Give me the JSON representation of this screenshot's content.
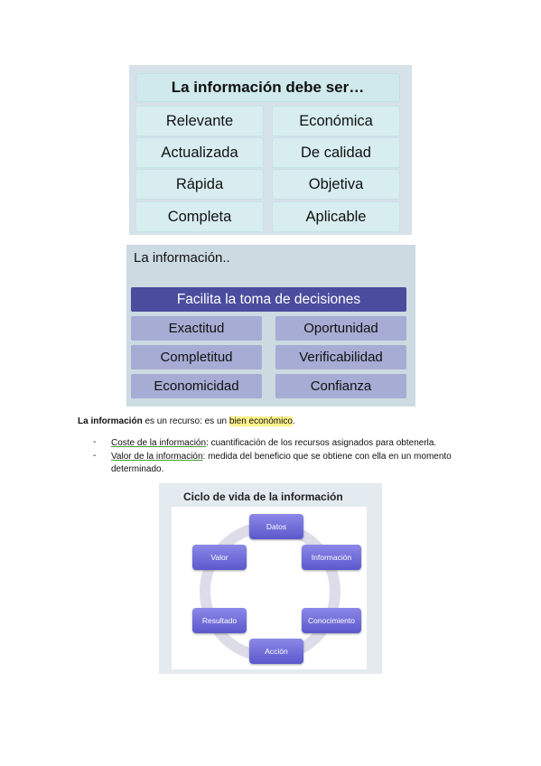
{
  "diagram1": {
    "header": "La información debe ser…",
    "left": [
      "Relevante",
      "Actualizada",
      "Rápida",
      "Completa"
    ],
    "right": [
      "Económica",
      "De calidad",
      "Objetiva",
      "Aplicable"
    ]
  },
  "diagram2": {
    "title": "La información..",
    "header": "Facilita la toma de decisiones",
    "left": [
      "Exactitud",
      "Completitud",
      "Economicidad"
    ],
    "right": [
      "Oportunidad",
      "Verificabilidad",
      "Confianza"
    ]
  },
  "paragraph": {
    "bold": "La información",
    "mid": " es un recurso: es un ",
    "highlight": "bien económico",
    "end": "."
  },
  "bullets": [
    {
      "dash": "-",
      "term": "Coste de la información",
      "text": ": cuantificación de los recursos asignados para obtenerla."
    },
    {
      "dash": "-",
      "term": "Valor de la información",
      "text": ": medida del beneficio que se obtiene con ella en un momento",
      "cont": "determinado."
    }
  ],
  "diagram3": {
    "title": "Ciclo de vida de la información",
    "nodes": [
      "Datos",
      "Información",
      "Conocimiento",
      "Acción",
      "Resultado",
      "Valor"
    ]
  },
  "colors": {
    "diagram1_bg": "#d6e1e9",
    "diagram2_header": "#4a4c9e",
    "diagram2_cell": "#a6acd4",
    "highlight": "#fbf18c",
    "cycle_node": "#6f6cdc"
  }
}
